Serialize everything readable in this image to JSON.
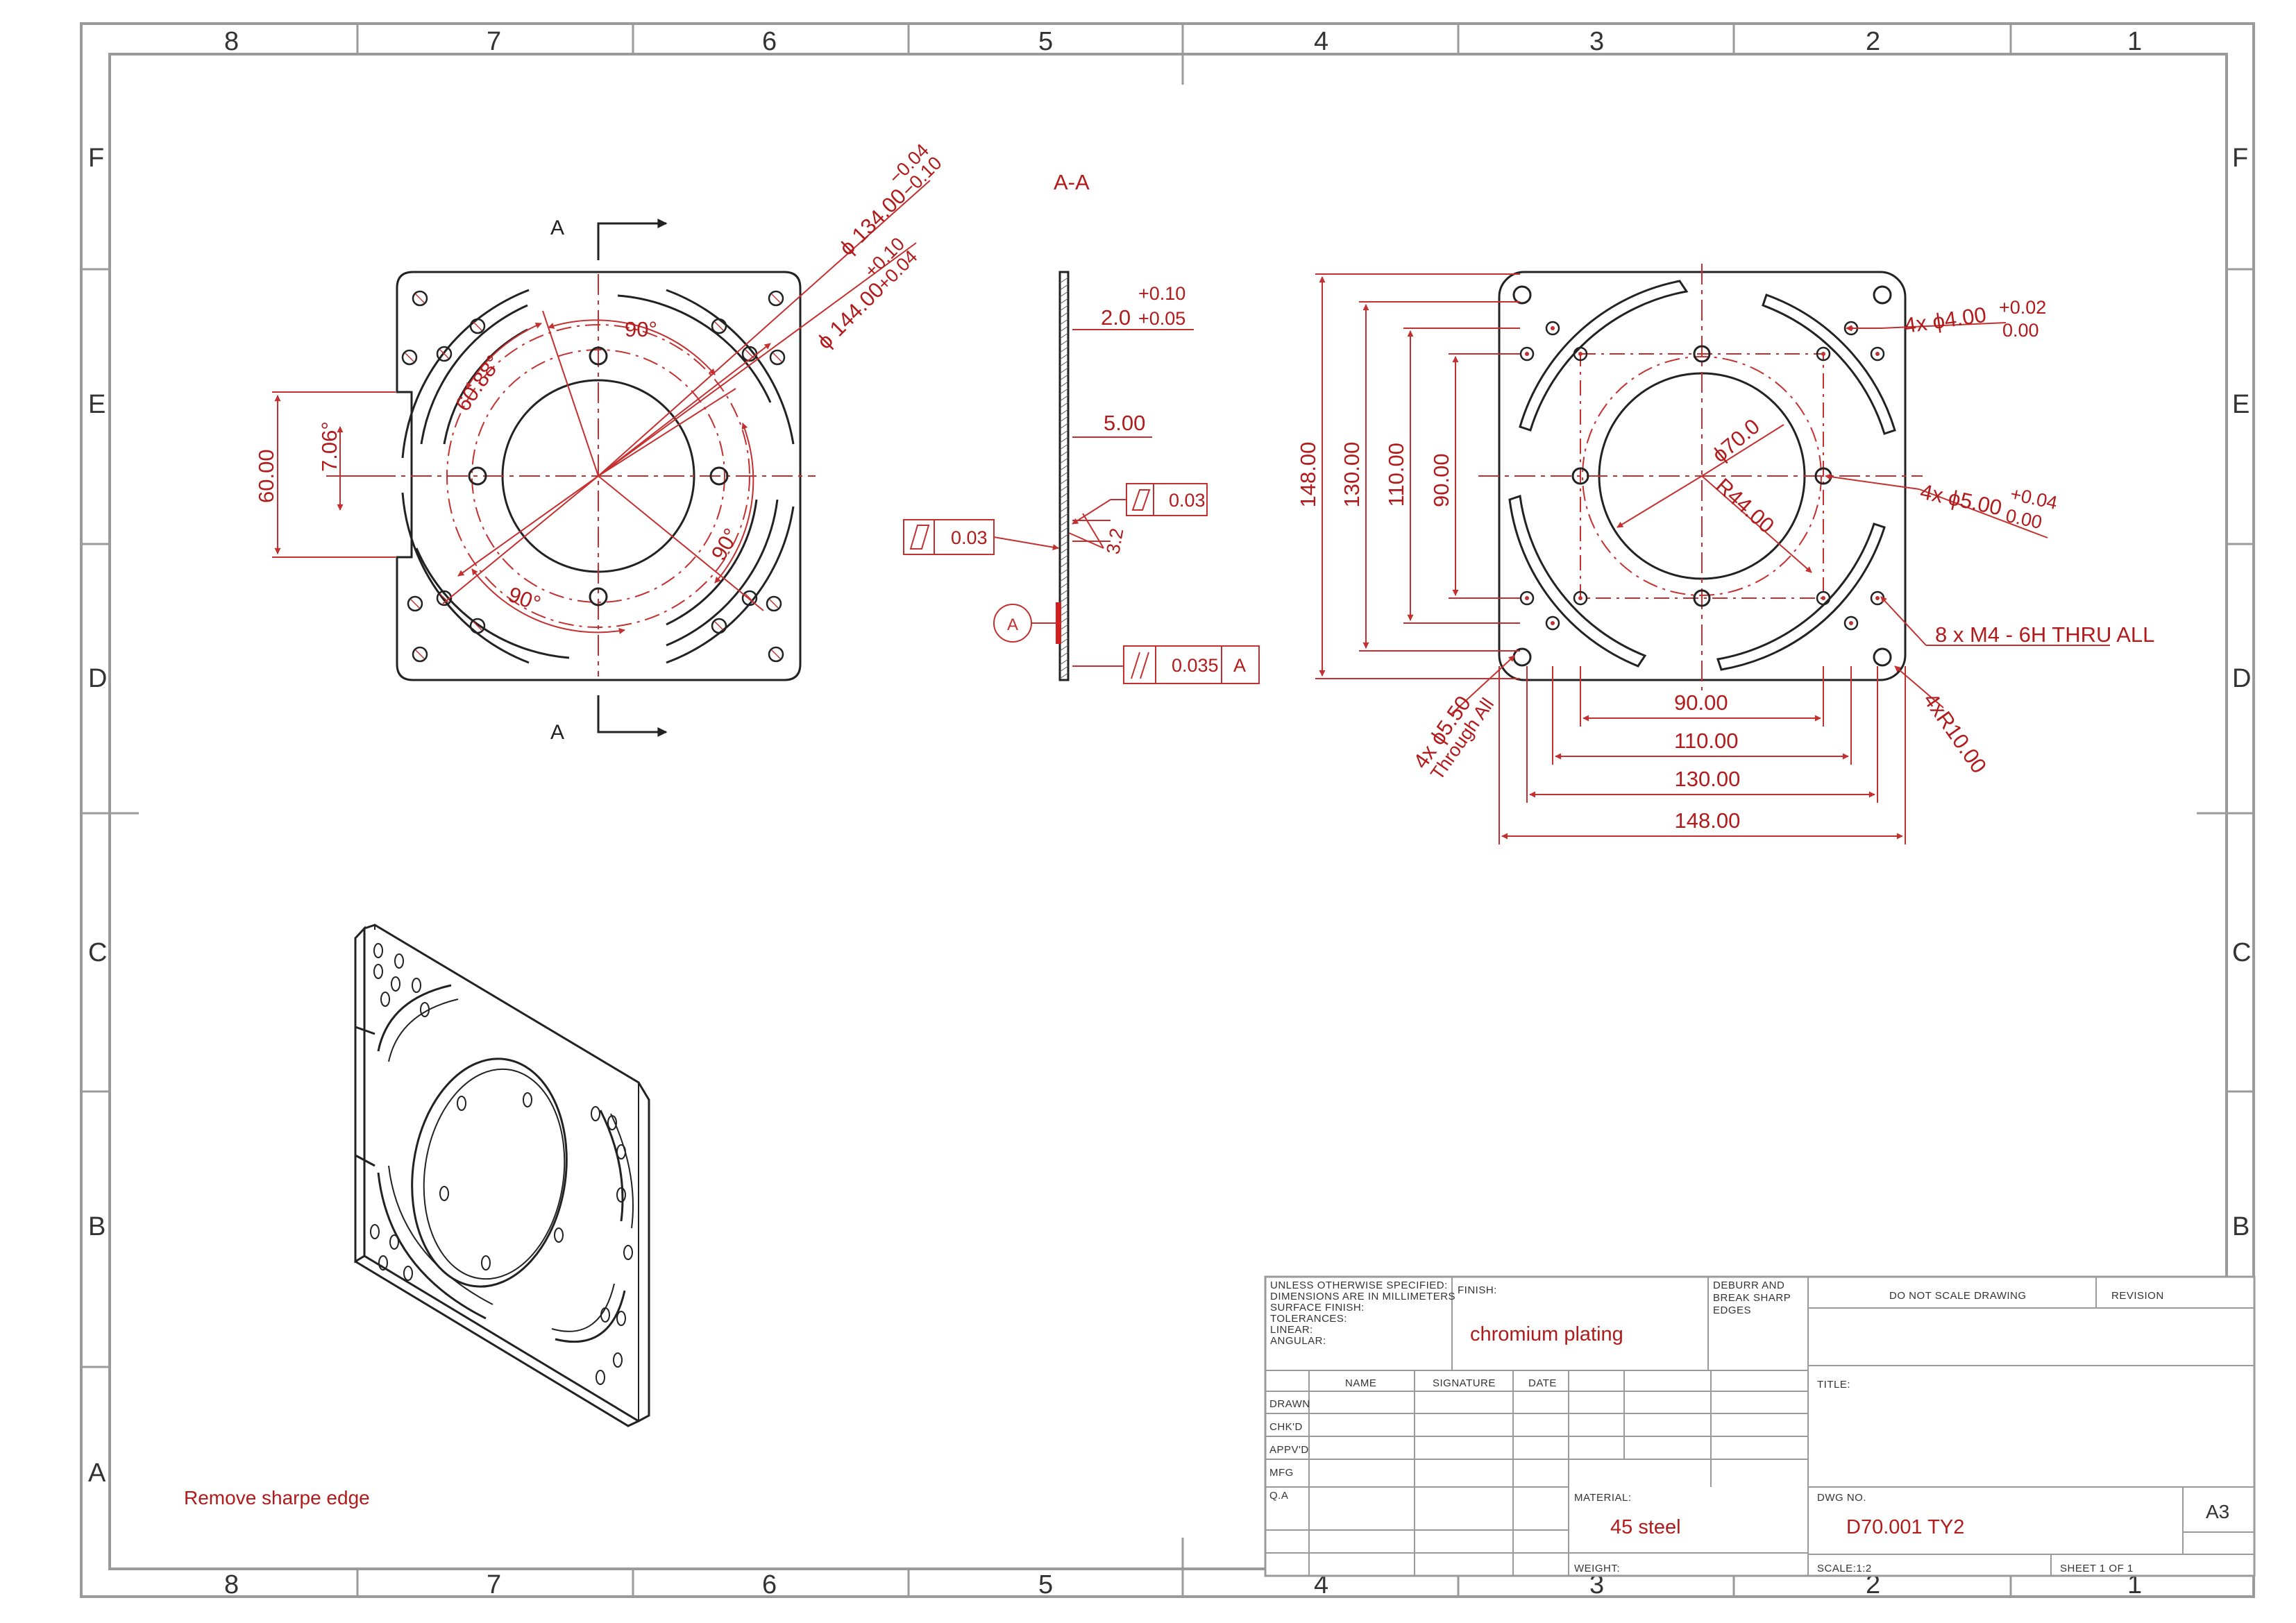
{
  "sheet": {
    "zones_columns": [
      "8",
      "7",
      "6",
      "5",
      "4",
      "3",
      "2",
      "1"
    ],
    "zones_rows": [
      "F",
      "E",
      "D",
      "C",
      "B",
      "A"
    ],
    "colors": {
      "border": "#9a9a9a",
      "geometry": "#222222",
      "dimension": "#c43030"
    }
  },
  "views": {
    "section_marker": "A",
    "section_title": "A-A",
    "datum": "A"
  },
  "dimensions": {
    "dia134": "ϕ 134.00",
    "dia134_tol_upper": "−0.04",
    "dia134_tol_lower": "−0.10",
    "dia144": "ϕ 144.00",
    "dia144_tol_upper": "+0.10",
    "dia144_tol_lower": "+0.04",
    "angle_60_88": "60.88°",
    "angle_90_top": "90°",
    "angle_90_right": "90°",
    "angle_90_bottom": "90°",
    "angle_7_06": "7.06°",
    "dim_60": "60.00",
    "thick_2": "2.0",
    "thick_2_tol_upper": "+0.10",
    "thick_2_tol_lower": "+0.05",
    "dim_5": "5.00",
    "flatness_value": "0.03",
    "surface_roughness": "3.2",
    "parallel_value": "0.035",
    "parallel_datum": "A",
    "dia70": "ϕ70.0",
    "r44": "R44.00",
    "v148": "148.00",
    "v130": "130.00",
    "v110": "110.00",
    "v90": "90.00",
    "h90": "90.00",
    "h110": "110.00",
    "h130": "130.00",
    "h148": "148.00",
    "holes_4": "4x ϕ4.00",
    "holes_4_tol_upper": "+0.02",
    "holes_4_tol_lower": "0.00",
    "holes_5": "4x ϕ5.00",
    "holes_5_tol_upper": "+0.04",
    "holes_5_tol_lower": "0.00",
    "thread": "8 x  M4 - 6H THRU ALL",
    "holes_550": "4x ϕ5.50",
    "holes_550_sub": "Through All",
    "radius_corner": "4xR10.00"
  },
  "note": "Remove sharpe edge",
  "title_block": {
    "unless_lines": [
      "UNLESS OTHERWISE SPECIFIED:",
      "DIMENSIONS ARE IN MILLIMETERS",
      "SURFACE FINISH:",
      "TOLERANCES:",
      "   LINEAR:",
      "   ANGULAR:"
    ],
    "finish_label": "FINISH:",
    "finish_value": "chromium plating",
    "deburr_lines": [
      "DEBURR AND",
      "BREAK SHARP",
      "EDGES"
    ],
    "do_not_scale": "DO NOT SCALE DRAWING",
    "revision_label": "REVISION",
    "col_name": "NAME",
    "col_signature": "SIGNATURE",
    "col_date": "DATE",
    "rows": [
      "DRAWN",
      "CHK'D",
      "APPV'D",
      "MFG",
      "Q.A"
    ],
    "title_label": "TITLE:",
    "material_label": "MATERIAL:",
    "material_value": "45 steel",
    "dwg_label": "DWG NO.",
    "dwg_value": "D70.001 TY2",
    "size": "A3",
    "weight_label": "WEIGHT:",
    "scale_label": "SCALE:1:2",
    "sheet_label": "SHEET 1 OF 1"
  }
}
